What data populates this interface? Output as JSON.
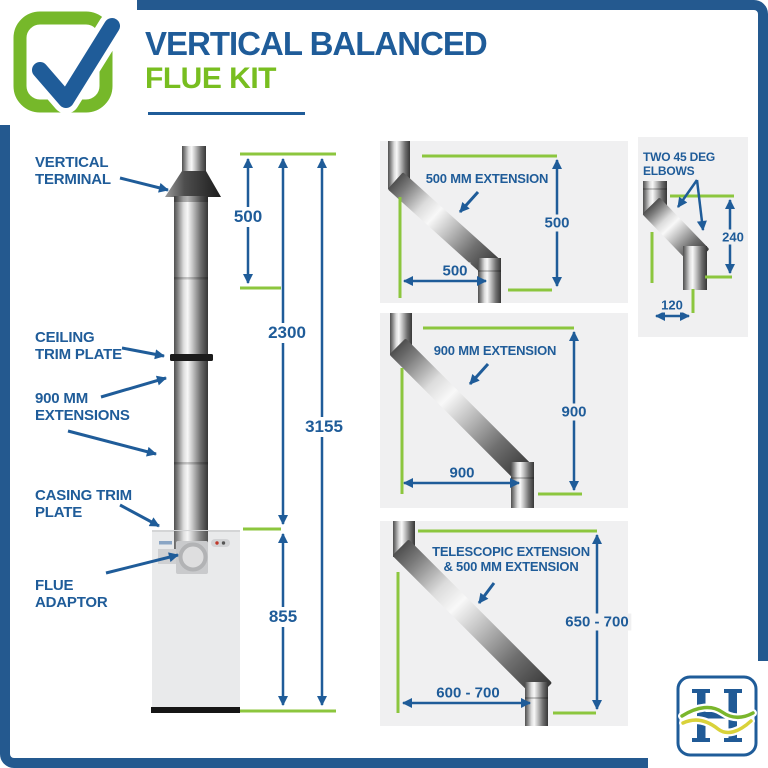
{
  "header": {
    "title_line1": "VERTICAL BALANCED",
    "title_line2": "FLUE KIT",
    "logo_icon": "checkbox-tick-icon"
  },
  "colors": {
    "brand_blue": "#1f5c99",
    "border_blue": "#24598f",
    "brand_green": "#78be20",
    "reference_line_green": "#8cc63e",
    "panel_background": "#f0f0f1"
  },
  "assembly": {
    "labels": {
      "vertical_terminal": "VERTICAL\nTERMINAL",
      "ceiling_trim_plate": "CEILING\nTRIM PLATE",
      "extensions_900": "900 MM\nEXTENSIONS",
      "casing_trim_plate": "CASING TRIM\nPLATE",
      "flue_adaptor": "FLUE\nADAPTOR"
    },
    "dims": {
      "terminal_section": "500",
      "ceiling_to_terminal": "2300",
      "total_height": "3155",
      "boiler_height": "855"
    }
  },
  "panels": {
    "ext500": {
      "title": "500 MM EXTENSION",
      "vertical": "500",
      "horizontal": "500"
    },
    "ext900": {
      "title": "900 MM EXTENSION",
      "vertical": "900",
      "horizontal": "900"
    },
    "telescopic": {
      "title": "TELESCOPIC EXTENSION\n& 500 MM EXTENSION",
      "vertical": "650 - 700",
      "horizontal": "600 - 700"
    },
    "elbows": {
      "title": "TWO 45 DEG\nELBOWS",
      "vertical": "240",
      "horizontal": "120"
    }
  },
  "footer": {
    "logo_letter": "H"
  }
}
